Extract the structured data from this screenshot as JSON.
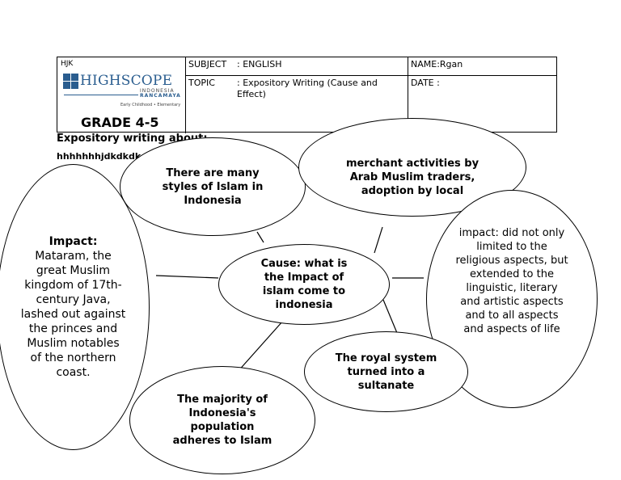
{
  "header": {
    "school_code": "HJK",
    "logo": {
      "brand": "HighScope",
      "sub1": "INDONESIA",
      "sub2": "RANCAMAYA",
      "sub3": "Early Childhood • Elementary"
    },
    "subject_label": "SUBJECT",
    "subject_value": ": ENGLISH",
    "topic_label": "TOPIC",
    "topic_value": ": Expository Writing (Cause and Effect)",
    "name_label": "NAME:Rgan",
    "date_label": "DATE  :"
  },
  "grade": "GRADE 4-5",
  "expository_heading": "Expository writing about:",
  "scribble": "hhhhhhhjdkdkdk",
  "map": {
    "center": {
      "text": "Cause: what is the Impact of islam come to indonesia"
    },
    "nodes": {
      "styles": "There are many styles of Islam in Indonesia",
      "merchant": "merchant activities by Arab Muslim traders, adoption by local",
      "impact_left_label": "Impact:",
      "impact_left_body": "Mataram, the great Muslim kingdom of 17th-century Java, lashed out against the princes and Muslim notables of the northern coast.",
      "impact_right": "impact: did not only limited to the religious aspects, but extended to the linguistic, literary and artistic aspects and to all aspects and aspects of life",
      "royal": "The royal system turned into a sultanate",
      "majority": "The majority of Indonesia's population adheres to Islam"
    }
  },
  "colors": {
    "logo_blue": "#2a5d8f",
    "line": "#000000"
  }
}
